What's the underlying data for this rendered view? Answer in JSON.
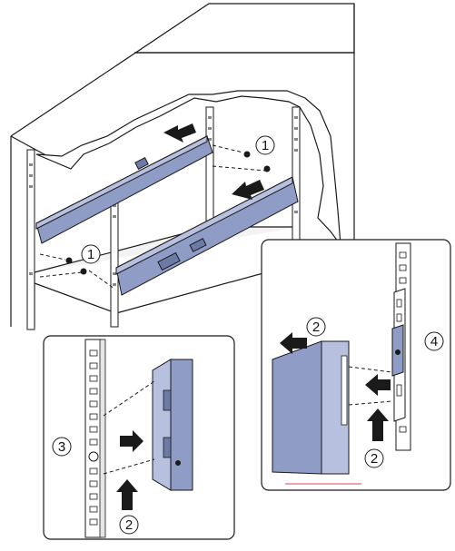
{
  "callouts": {
    "top_left": "1",
    "top_right": "1",
    "left_arrow": "2",
    "left_rail": "3",
    "right_arrow_top": "2",
    "right_arrow_bottom": "2",
    "right_rail": "4"
  },
  "colors": {
    "rail_fill": "#8f9cc6",
    "rail_dark": "#6d7aa6",
    "rail_light": "#b7c0de",
    "line": "#1a1a1a",
    "shelf": "#f3f3f3",
    "accent": "#d94a5a"
  },
  "icons": [
    "arrow-icon",
    "screw-icon",
    "callout-circle"
  ]
}
